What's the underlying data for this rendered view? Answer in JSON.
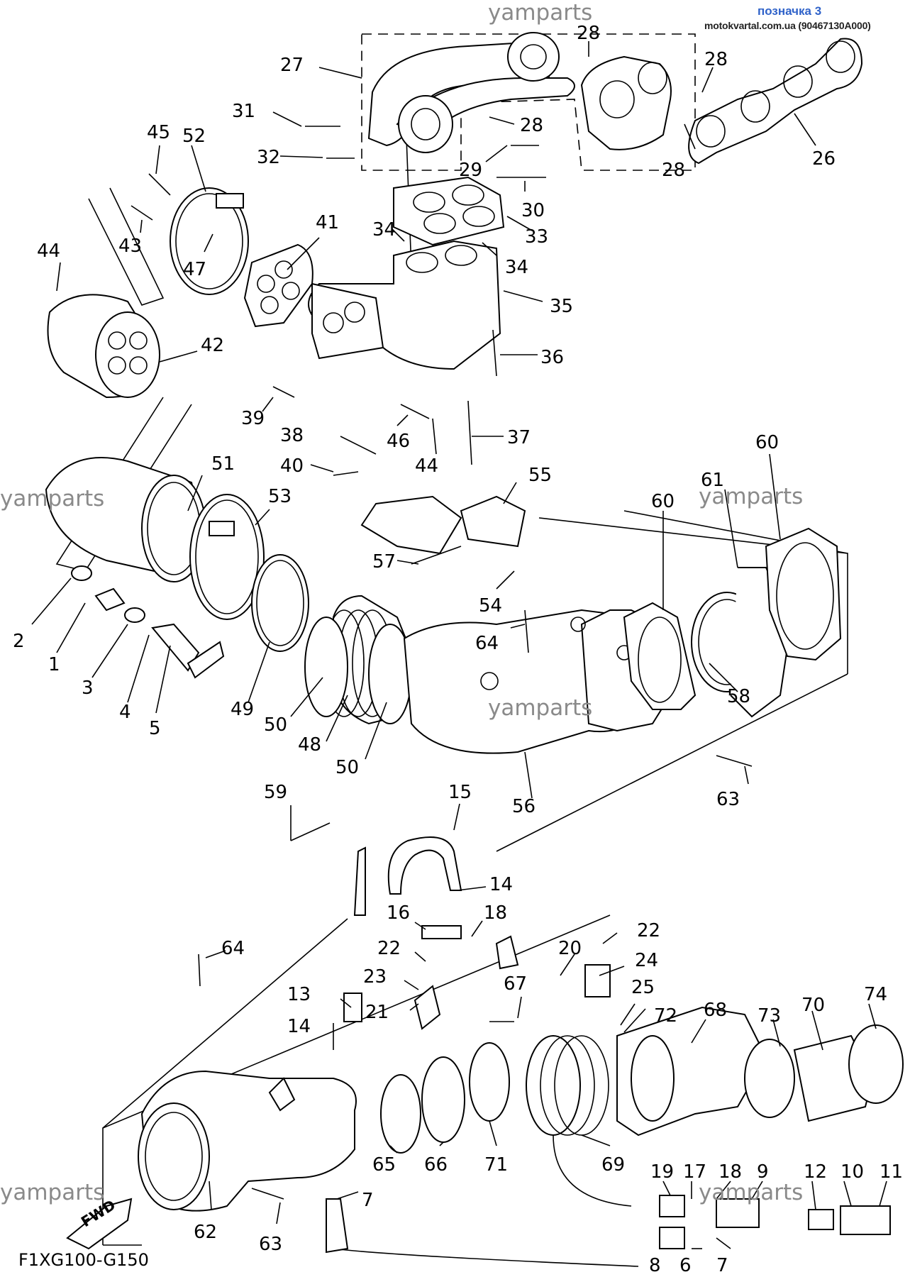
{
  "header": {
    "tag": "позначка 3",
    "site": "motokvartal.com.ua (90467130A000)"
  },
  "watermarks": [
    "yamparts",
    "yamparts",
    "yamparts",
    "yamparts",
    "yamparts",
    "yamparts"
  ],
  "diagram_code": "F1XG100-G150",
  "fwd_label": "FWD",
  "callouts": [
    "28",
    "27",
    "28",
    "31",
    "28",
    "32",
    "29",
    "26",
    "28",
    "30",
    "45",
    "52",
    "41",
    "34",
    "33",
    "43",
    "34",
    "44",
    "47",
    "35",
    "42",
    "36",
    "39",
    "46",
    "38",
    "37",
    "40",
    "44",
    "60",
    "55",
    "51",
    "53",
    "61",
    "60",
    "57",
    "54",
    "2",
    "64",
    "1",
    "3",
    "49",
    "58",
    "4",
    "5",
    "50",
    "48",
    "50",
    "56",
    "63",
    "59",
    "15",
    "14",
    "16",
    "18",
    "22",
    "22",
    "20",
    "24",
    "64",
    "23",
    "13",
    "21",
    "67",
    "25",
    "72",
    "68",
    "73",
    "70",
    "74",
    "14",
    "65",
    "66",
    "71",
    "69",
    "19",
    "17",
    "18",
    "9",
    "12",
    "10",
    "11",
    "7",
    "62",
    "63",
    "8",
    "6",
    "7"
  ]
}
